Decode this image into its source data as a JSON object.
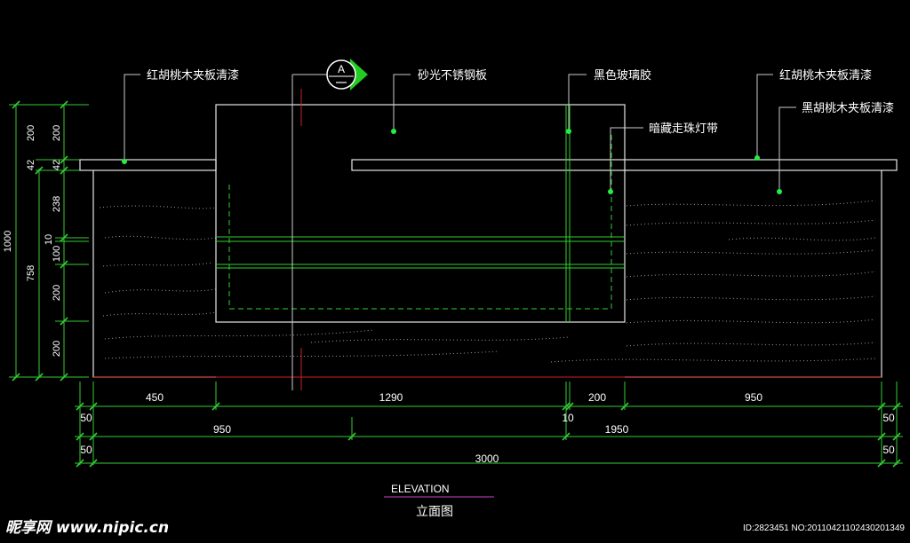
{
  "labels": {
    "top_left": "红胡桃木夹板清漆",
    "stainless": "砂光不锈钢板",
    "black_glass": "黑色玻璃胶",
    "top_right": "红胡桃木夹板清漆",
    "black_walnut": "黑胡桃木夹板清漆",
    "hidden_led": "暗藏走珠灯带"
  },
  "section_marker": "A",
  "dims_vertical_inner": [
    "200",
    "42",
    "238",
    "10",
    "100",
    "200",
    "200"
  ],
  "dims_vertical_mid": "758",
  "dims_vertical_outer": "1000",
  "dims_h_row1": [
    "450",
    "1290",
    "200",
    "950"
  ],
  "dims_h_row2": [
    "50",
    "950",
    "10",
    "1950",
    "50"
  ],
  "dims_h_row3": [
    "50",
    "3000",
    "50"
  ],
  "title_en": "ELEVATION",
  "title_cn": "立面图",
  "watermark_logo": "昵享网 www.nipic.cn",
  "watermark_id": "ID:2823451 NO:20110421102430201349",
  "colors": {
    "background": "#000000",
    "dimension": "#33cc33",
    "outline": "#e6e6e6",
    "accent_red": "#cc2222",
    "title_underline": "#cc44cc"
  }
}
